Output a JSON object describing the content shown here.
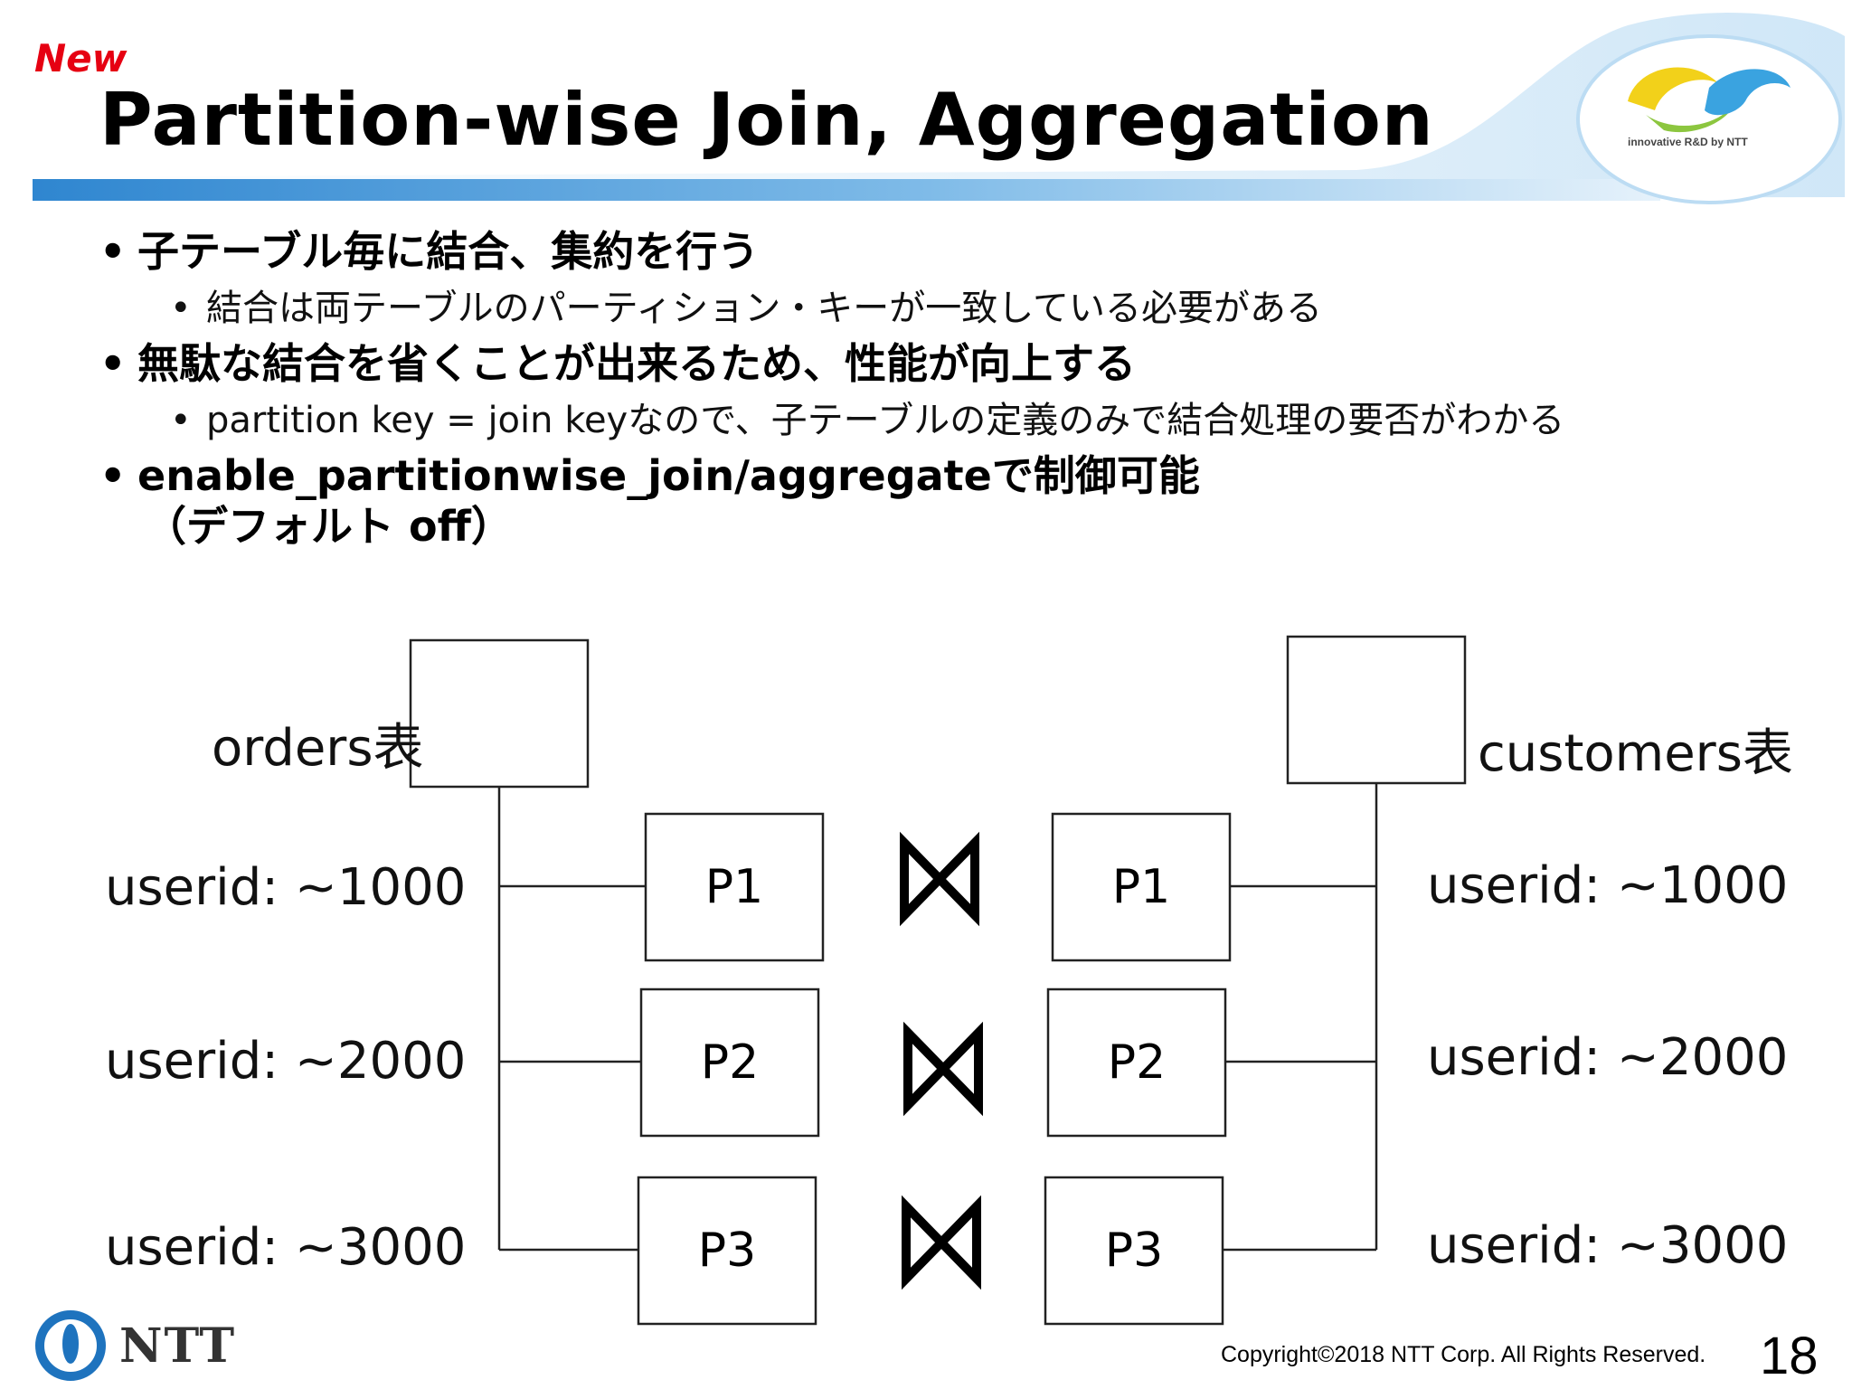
{
  "header": {
    "badge": "New",
    "title": "Partition-wise Join, Aggregation",
    "logo_caption": "innovative R&D by NTT"
  },
  "bullets": [
    {
      "level": 1,
      "text": "子テーブル毎に結合、集約を行う"
    },
    {
      "level": 2,
      "text": "結合は両テーブルのパーティション・キーが一致している必要がある"
    },
    {
      "level": 1,
      "text": "無駄な結合を省くことが出来るため、性能が向上する"
    },
    {
      "level": 2,
      "text": "partition key = join keyなので、子テーブルの定義のみで結合処理の要否がわかる"
    },
    {
      "level": 1,
      "text": "enable_partitionwise_join/aggregateで制御可能"
    },
    {
      "level": 0,
      "text": "（デフォルト off）"
    }
  ],
  "diagram": {
    "left_table": "orders表",
    "right_table": "customers表",
    "join_symbol": "⋈",
    "partitions": [
      {
        "label": "P1",
        "range": "userid: ~1000"
      },
      {
        "label": "P2",
        "range": "userid: ~2000"
      },
      {
        "label": "P3",
        "range": "userid: ~3000"
      }
    ]
  },
  "footer": {
    "company": "NTT",
    "copyright": "Copyright©2018  NTT Corp. All Rights Reserved.",
    "page_number": "18"
  },
  "colors": {
    "badge": "#e60012",
    "header_band": "#3a8fd6",
    "logo_yellow": "#f2d11a",
    "logo_green": "#8cc63f",
    "logo_blue": "#3aa3e0",
    "ntt_logo": "#1e73be"
  }
}
